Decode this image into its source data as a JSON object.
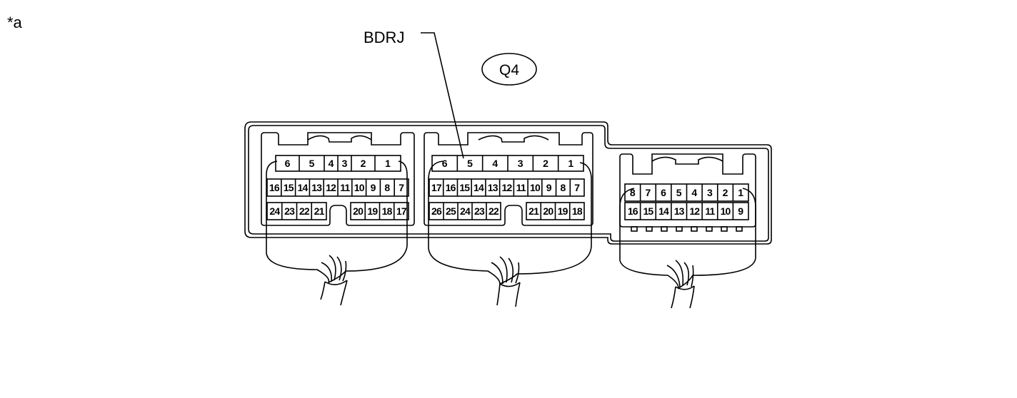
{
  "figure_label": "*a",
  "terminal_label": "BDRJ",
  "connector_id": "Q4",
  "connectors": [
    {
      "row1": [
        "6",
        "5",
        "4",
        "3",
        "2",
        "1"
      ],
      "row2": [
        "16",
        "15",
        "14",
        "13",
        "12",
        "11",
        "10",
        "9",
        "8",
        "7"
      ],
      "row3_left": [
        "24",
        "23",
        "22",
        "21"
      ],
      "row3_right": [
        "20",
        "19",
        "18",
        "17"
      ]
    },
    {
      "row1": [
        "6",
        "5",
        "4",
        "3",
        "2",
        "1"
      ],
      "row2": [
        "17",
        "16",
        "15",
        "14",
        "13",
        "12",
        "11",
        "10",
        "9",
        "8",
        "7"
      ],
      "row3_left": [
        "26",
        "25",
        "24",
        "23",
        "22"
      ],
      "row3_right": [
        "21",
        "20",
        "19",
        "18"
      ]
    },
    {
      "row1": [
        "8",
        "7",
        "6",
        "5",
        "4",
        "3",
        "2",
        "1"
      ],
      "row2": [
        "16",
        "15",
        "14",
        "13",
        "12",
        "11",
        "10",
        "9"
      ]
    }
  ]
}
